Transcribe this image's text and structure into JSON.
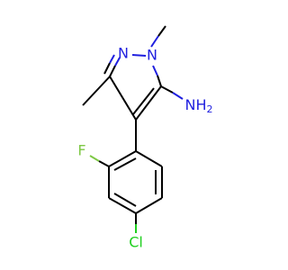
{
  "molecule": {
    "atoms": {
      "n2": {
        "label": "N",
        "color": "#1f1fdf"
      },
      "n1": {
        "label": "N",
        "color": "#1f1fdf"
      },
      "nh2": {
        "label": "NH",
        "sub": "2",
        "color": "#1f1fdf"
      },
      "f": {
        "label": "F",
        "color": "#7ec845"
      },
      "cl": {
        "label": "Cl",
        "color": "#1fcf1f"
      }
    }
  }
}
